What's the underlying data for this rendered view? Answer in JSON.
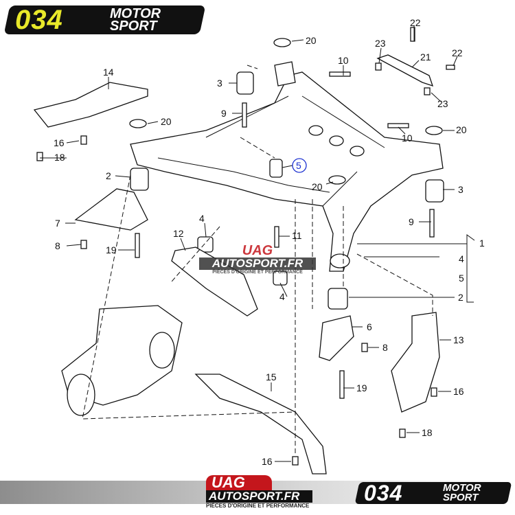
{
  "logos": {
    "brand_number": "034",
    "brand_word_1": "MOTOR",
    "brand_word_2": "SPORT",
    "dealer_name_1": "UAG",
    "dealer_name_2": "AUTOSPORT.FR",
    "dealer_tagline": "PIÈCES D'ORIGINE ET PERFORMANCE"
  },
  "callouts": [
    "20",
    "22",
    "23",
    "21",
    "22",
    "14",
    "10",
    "3",
    "23",
    "9",
    "20",
    "10",
    "20",
    "16",
    "18",
    "5",
    "2",
    "20",
    "3",
    "7",
    "9",
    "4",
    "12",
    "11",
    "1",
    "8",
    "19",
    "4",
    "5",
    "4",
    "2",
    "6",
    "8",
    "13",
    "15",
    "19",
    "16",
    "18",
    "16"
  ],
  "highlighted_callout": "5",
  "colors": {
    "logo_yellow": "#e9e92a",
    "dealer_red": "#c4161c",
    "highlight_blue": "#1a2fd0"
  }
}
